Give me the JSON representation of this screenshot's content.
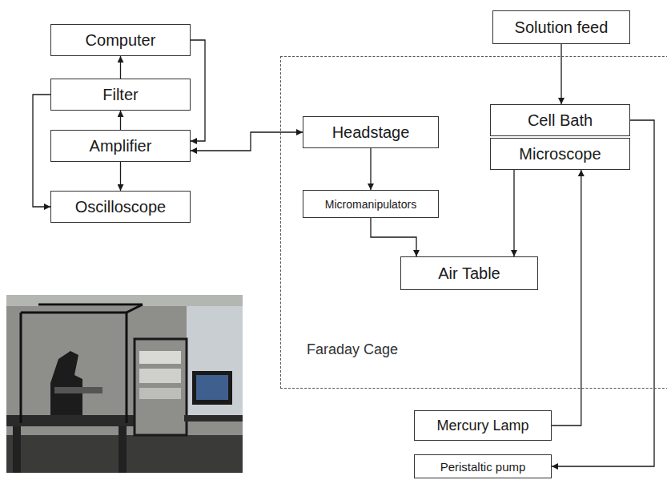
{
  "diagram": {
    "nodes": [
      {
        "text": [
          "Computer"
        ]
      },
      {
        "text": [
          "Filter"
        ]
      },
      {
        "text": [
          "Amplifier"
        ]
      },
      {
        "text": [
          "Oscilloscope"
        ]
      },
      {
        "text": [
          "Solution feed"
        ]
      },
      {
        "text": [
          "Faraday Cage"
        ]
      },
      {
        "text": [
          "Headstage"
        ],
        "in": 5
      },
      {
        "text": [
          "Micromanipulators"
        ],
        "in": 5
      },
      {
        "text": [
          "Cell Bath"
        ],
        "in": 5
      },
      {
        "text": [
          "Microscope"
        ],
        "in": 5
      },
      {
        "text": [
          "Air Table"
        ],
        "in": 5
      },
      {
        "text": [
          "Mercury Lamp"
        ]
      },
      {
        "text": [
          "Peristaltic pump"
        ]
      }
    ],
    "edges": [
      {
        "from": 1,
        "to": 0,
        "arrow": "to"
      },
      {
        "from": 2,
        "to": 1,
        "arrow": "to"
      },
      {
        "from": 2,
        "to": 3,
        "arrow": "to"
      },
      {
        "from": 0,
        "to": 2,
        "arrow": "to"
      },
      {
        "from": 1,
        "to": 3,
        "arrow": "to"
      },
      {
        "from": 2,
        "to": 6,
        "arrow": "both"
      },
      {
        "from": 6,
        "to": 7,
        "arrow": "to"
      },
      {
        "from": 7,
        "to": 10,
        "arrow": "to"
      },
      {
        "from": 9,
        "to": 10,
        "arrow": "to"
      },
      {
        "from": 4,
        "to": 8,
        "arrow": "to"
      },
      {
        "from": 8,
        "to": 12,
        "arrow": "to"
      },
      {
        "from": 11,
        "to": 9,
        "arrow": "to"
      }
    ]
  }
}
